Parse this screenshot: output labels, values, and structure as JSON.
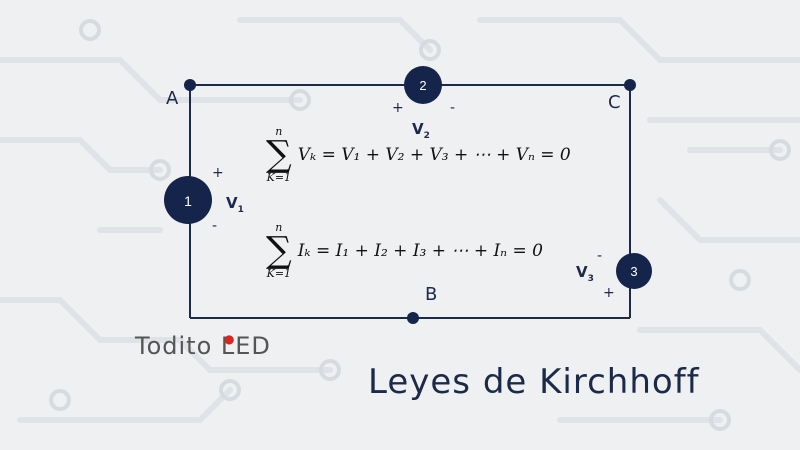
{
  "nodes": {
    "a": "A",
    "b": "B",
    "c": "C"
  },
  "elements": [
    {
      "number": "1",
      "voltage": "V",
      "sub": "1",
      "plus": "+",
      "minus": "-"
    },
    {
      "number": "2",
      "voltage": "V",
      "sub": "2",
      "plus": "+",
      "minus": "-"
    },
    {
      "number": "3",
      "voltage": "V",
      "sub": "3",
      "plus": "+",
      "minus": "-"
    }
  ],
  "equations": {
    "voltage": {
      "upper": "n",
      "lower": "K=1",
      "body": "Vₖ =  V₁ + V₂ + V₃ + ⋯ + Vₙ = 0"
    },
    "current": {
      "upper": "n",
      "lower": "K=1",
      "body": "Iₖ =  I₁ + I₂ + I₃ + ⋯ + Iₙ = 0"
    }
  },
  "brand": {
    "name": "Todito LED"
  },
  "title": "Leyes de Kirchhoff",
  "colors": {
    "wire": "#1c2a4a",
    "element": "#14244a",
    "brand_dot": "#dd2222",
    "background": "#eef0f2"
  }
}
